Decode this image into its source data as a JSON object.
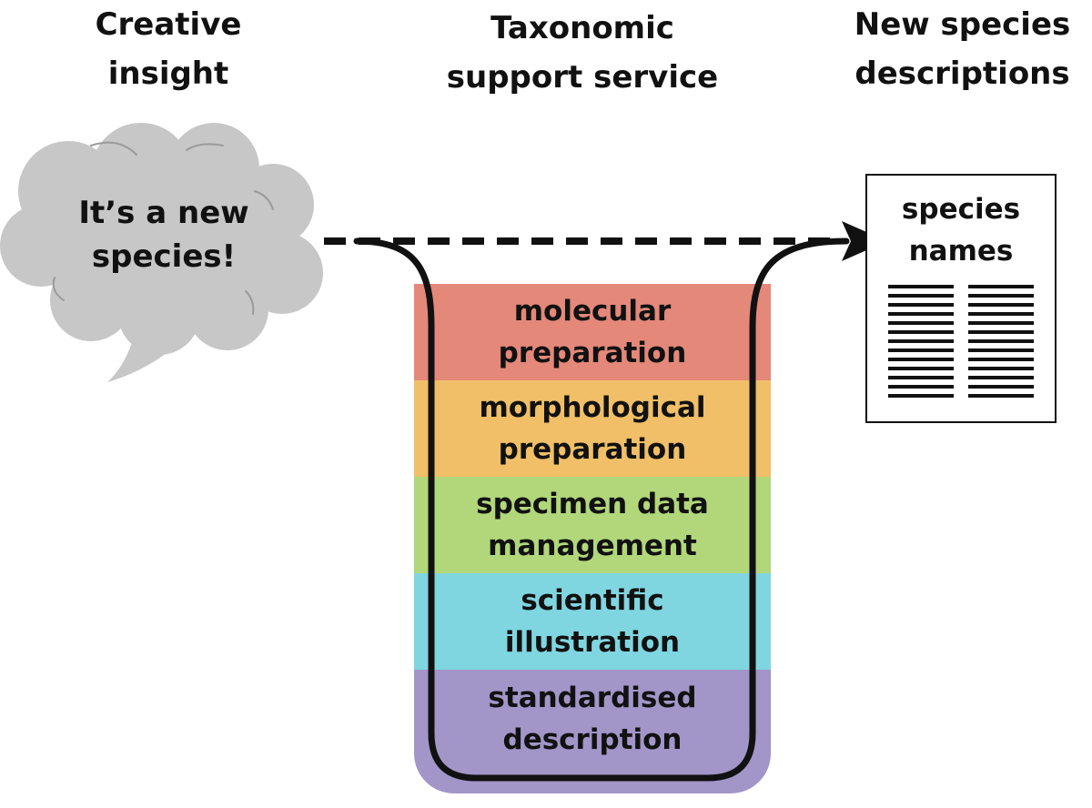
{
  "headings": {
    "creative_insight": [
      "Creative",
      "insight"
    ],
    "support_service": [
      "Taxonomic",
      "support service"
    ],
    "new_descriptions": [
      "New species",
      "descriptions"
    ]
  },
  "cloud": {
    "lines": [
      "It’s a new",
      "species!"
    ],
    "color": "#c7c7c7"
  },
  "services": [
    {
      "lines": [
        "molecular",
        "preparation"
      ],
      "color": "#e4887a"
    },
    {
      "lines": [
        "morphological",
        "preparation"
      ],
      "color": "#f0bf67"
    },
    {
      "lines": [
        "specimen data",
        "management"
      ],
      "color": "#b1d77a"
    },
    {
      "lines": [
        "scientific",
        "illustration"
      ],
      "color": "#80d6e0"
    },
    {
      "lines": [
        "standardised",
        "description"
      ],
      "color": "#a295c8"
    }
  ],
  "document": {
    "title_lines": [
      "species",
      "names"
    ],
    "text_lines_per_column": 13
  },
  "colors": {
    "ink": "#111111",
    "background": "#ffffff"
  }
}
